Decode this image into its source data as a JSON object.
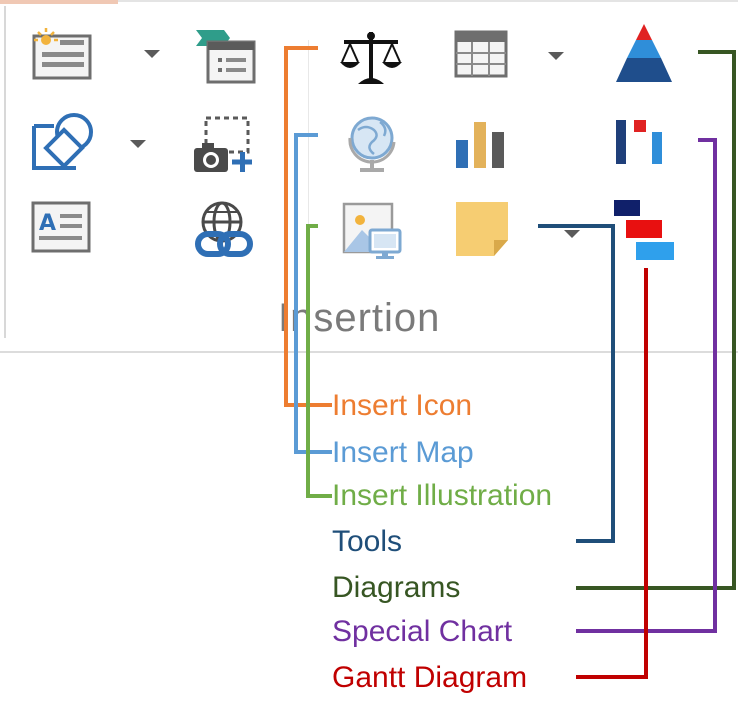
{
  "ribbon": {
    "group_label": "Insertion"
  },
  "icons": {
    "row1": [
      "document-sun-icon",
      "dropdown-arrow-icon",
      "template-card-icon",
      "scales-icon",
      "table-grid-icon",
      "dropdown-arrow-icon",
      "pyramid-icon"
    ],
    "row2": [
      "shapes-icon",
      "dropdown-arrow-icon",
      "screenshot-camera-icon",
      "globe-icon",
      "bar-chart-icon",
      "special-chart-icon"
    ],
    "row3": [
      "text-box-icon",
      "globe-link-icon",
      "illustration-picture-icon",
      "sticky-note-icon",
      "dropdown-arrow-icon",
      "gantt-icon"
    ]
  },
  "callouts": [
    {
      "key": "insert_icon",
      "label": "Insert Icon",
      "color": "#ED7D31"
    },
    {
      "key": "insert_map",
      "label": "Insert Map",
      "color": "#5B9BD5"
    },
    {
      "key": "insert_illustration",
      "label": "Insert Illustration",
      "color": "#70AD47"
    },
    {
      "key": "tools",
      "label": "Tools",
      "color": "#1F4E79"
    },
    {
      "key": "diagrams",
      "label": "Diagrams",
      "color": "#375623"
    },
    {
      "key": "special_chart",
      "label": "Special Chart",
      "color": "#7030A0"
    },
    {
      "key": "gantt_diagram",
      "label": "Gantt Diagram",
      "color": "#C00000"
    }
  ]
}
